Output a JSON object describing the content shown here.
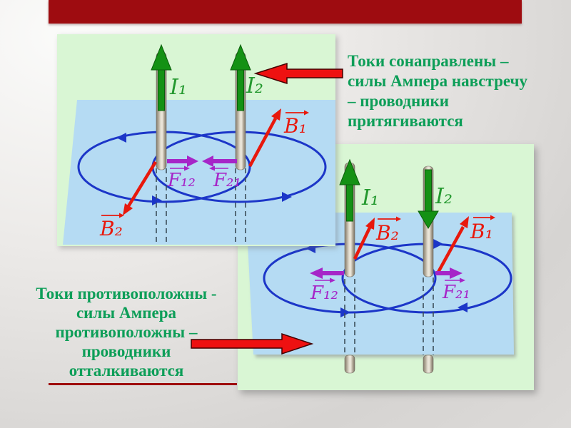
{
  "captions": {
    "co_directed": {
      "lines": [
        "Токи сонаправлены –",
        "силы Ампера навстречу",
        "– проводники",
        "притягиваются"
      ]
    },
    "opposite": {
      "lines": [
        "Токи противоположны -",
        "силы Ампера",
        "противоположны –",
        "проводники",
        "отталкиваются"
      ]
    }
  },
  "diagram1": {
    "description": "co-directed currents attract",
    "labels": {
      "i1": "I₁",
      "i2": "I₂",
      "b1": "B₁",
      "b2": "B₂",
      "f12": "F₁₂",
      "f21": "F₂₁"
    }
  },
  "diagram2": {
    "description": "opposite currents repel",
    "labels": {
      "i1": "I₁",
      "i2": "I₂",
      "b1": "B₁",
      "b2": "B₂",
      "f12": "F₁₂",
      "f21": "F₂₁"
    }
  },
  "colors": {
    "bar-red": "#9e0c10",
    "panel-green": "#d9f6d4",
    "plane-blue": "#b5dbf3",
    "field-blue": "#1c36c8",
    "current-green": "#149114",
    "label-green": "#23982e",
    "force-purple": "#a625c8",
    "field-red": "#e8180c",
    "big-arrow-red": "#ee1111",
    "caption-green": "#0d9e58",
    "underline-red": "#9e0c0c"
  }
}
